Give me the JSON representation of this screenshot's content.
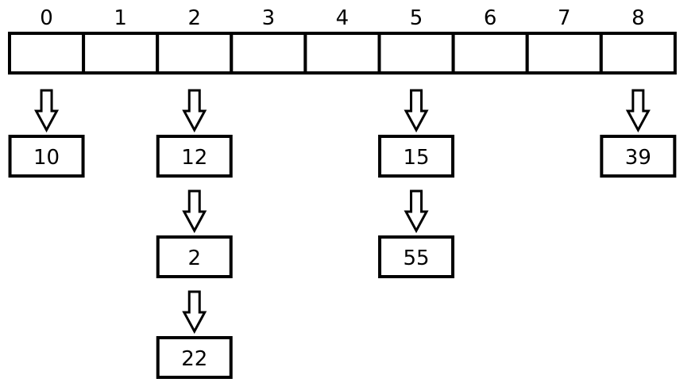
{
  "hash_table": {
    "indices": [
      "0",
      "1",
      "2",
      "3",
      "4",
      "5",
      "6",
      "7",
      "8"
    ],
    "chains": [
      {
        "bucket": 0,
        "values": [
          "10"
        ]
      },
      {
        "bucket": 2,
        "values": [
          "12",
          "2",
          "22"
        ]
      },
      {
        "bucket": 5,
        "values": [
          "15",
          "55"
        ]
      },
      {
        "bucket": 8,
        "values": [
          "39"
        ]
      }
    ]
  },
  "colors": {
    "stroke": "#000000",
    "fill": "#ffffff"
  }
}
